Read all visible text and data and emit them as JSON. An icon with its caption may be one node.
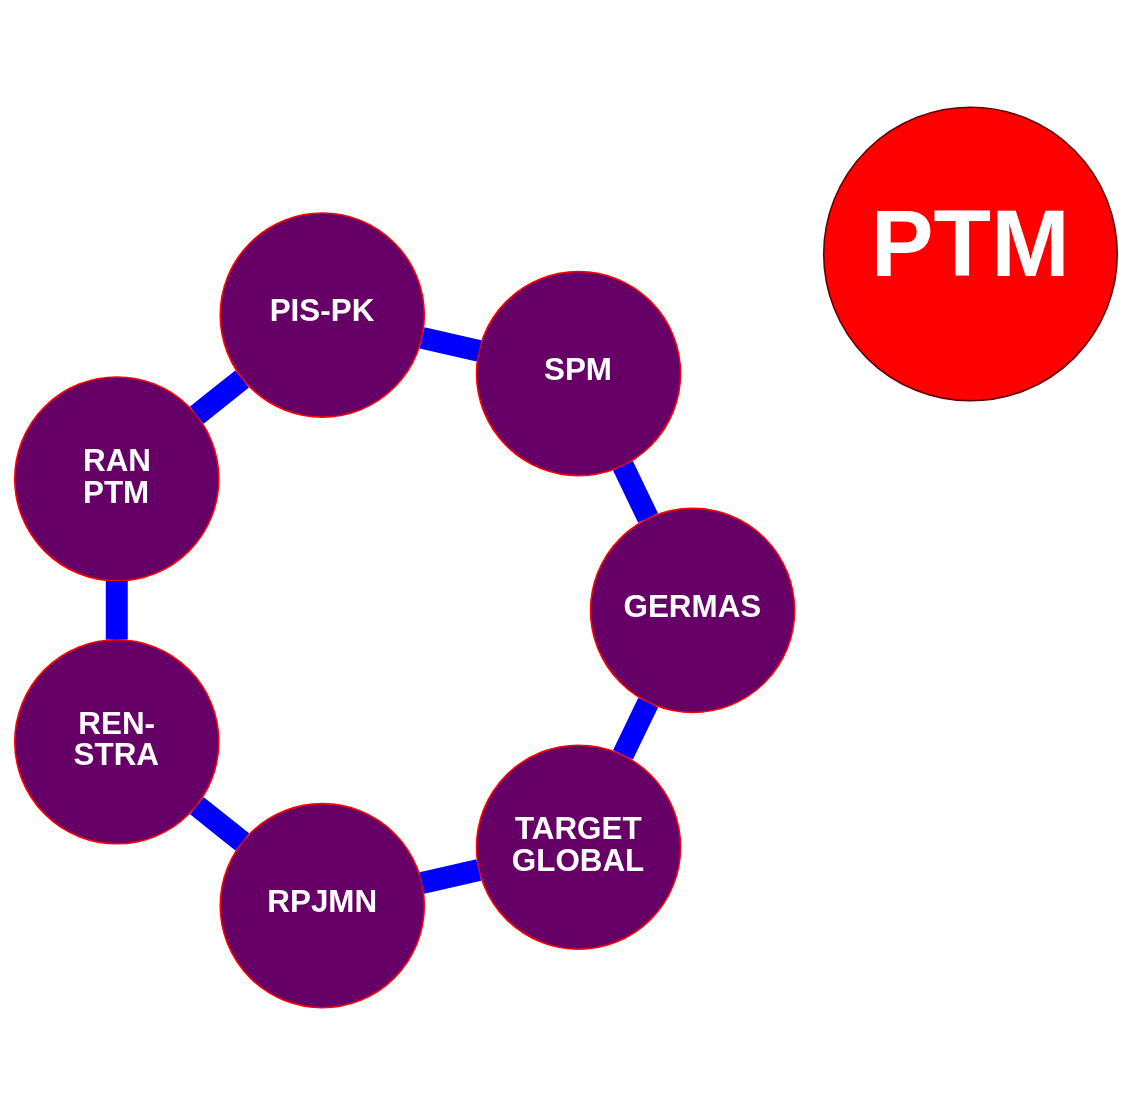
{
  "diagram": {
    "nodes": [
      {
        "text": [
          "TARGET GLOBAL"
        ]
      },
      {
        "text": [
          "GERMAS"
        ]
      },
      {
        "text": [
          "RPJMN"
        ]
      },
      {
        "text": [
          "PTM"
        ]
      },
      {
        "text": [
          "SPM"
        ]
      },
      {
        "text": [
          "REN- STRA"
        ]
      },
      {
        "text": [
          "PIS-PK"
        ]
      },
      {
        "text": [
          "RAN PTM"
        ]
      }
    ],
    "edges": [
      {
        "from": 0,
        "to": 2,
        "arrow": "none"
      },
      {
        "from": 2,
        "to": 5,
        "arrow": "none"
      },
      {
        "from": 5,
        "to": 7,
        "arrow": "none"
      },
      {
        "from": 7,
        "to": 6,
        "arrow": "none"
      },
      {
        "from": 6,
        "to": 4,
        "arrow": "none"
      },
      {
        "from": 4,
        "to": 1,
        "arrow": "none"
      },
      {
        "from": 1,
        "to": 0,
        "arrow": "none"
      }
    ]
  }
}
